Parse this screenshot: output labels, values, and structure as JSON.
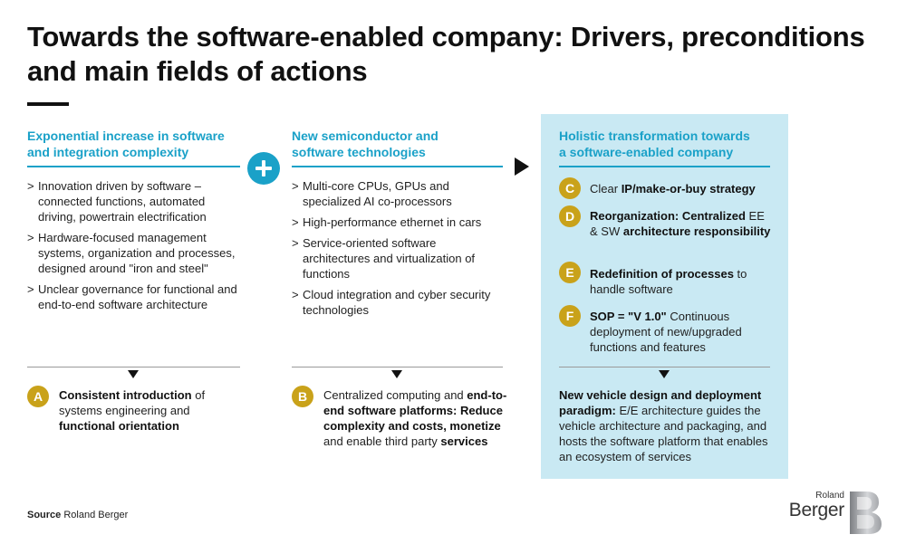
{
  "title": "Towards the software-enabled company: Drivers, preconditions and main fields of actions",
  "columns": [
    {
      "heading_line1": "Exponential increase in software",
      "heading_line2": "and integration complexity",
      "bullets": [
        "Innovation driven by software – connected functions, automated driving, powertrain electrification",
        "Hardware-focused management systems, organization and processes, designed around \"iron and steel\"",
        "Unclear governance for functional and end-to-end software architecture"
      ],
      "result_badge": "A",
      "result_parts": [
        "Consistent introduction",
        " of systems engineering and ",
        "functional orientation"
      ]
    },
    {
      "heading_line1": "New semiconductor and",
      "heading_line2": "software technologies",
      "bullets": [
        "Multi-core CPUs, GPUs and specialized AI co-processors",
        "High-performance ethernet in cars",
        "Service-oriented software architectures and virtualization of functions",
        "Cloud integration and cyber security technologies"
      ],
      "result_badge": "B",
      "result_parts": [
        "Centralized computing and ",
        "end-to-end software platforms: Reduce complexity and costs, monetize",
        " and enable third party ",
        "services"
      ]
    },
    {
      "heading_line1": "Holistic transformation towards",
      "heading_line2": "a software-enabled company",
      "actions": [
        {
          "badge": "C",
          "parts": [
            "Clear ",
            "IP/make-or-buy strategy"
          ]
        },
        {
          "badge": "D",
          "parts": [
            "Reorganization: Centralized",
            " EE & SW ",
            "architecture responsibility"
          ]
        },
        {
          "badge": "E",
          "parts": [
            "Redefinition of processes",
            " to handle software"
          ]
        },
        {
          "badge": "F",
          "parts": [
            "SOP = \"V 1.0\"",
            " Continuous deployment of new/upgraded functions and features"
          ]
        }
      ],
      "result_parts": [
        "New vehicle design and deployment paradigm:",
        " E/E architecture guides the vehicle architecture and packaging, and hosts the software platform that enables an ecosystem of services"
      ]
    }
  ],
  "bullet_marker": ">",
  "source_label": "Source",
  "source_value": "Roland Berger",
  "logo_small": "Roland",
  "logo_big": "Berger",
  "colors": {
    "accent": "#1aa1c8",
    "badge": "#c9a21a",
    "panel": "#c9e9f3"
  }
}
